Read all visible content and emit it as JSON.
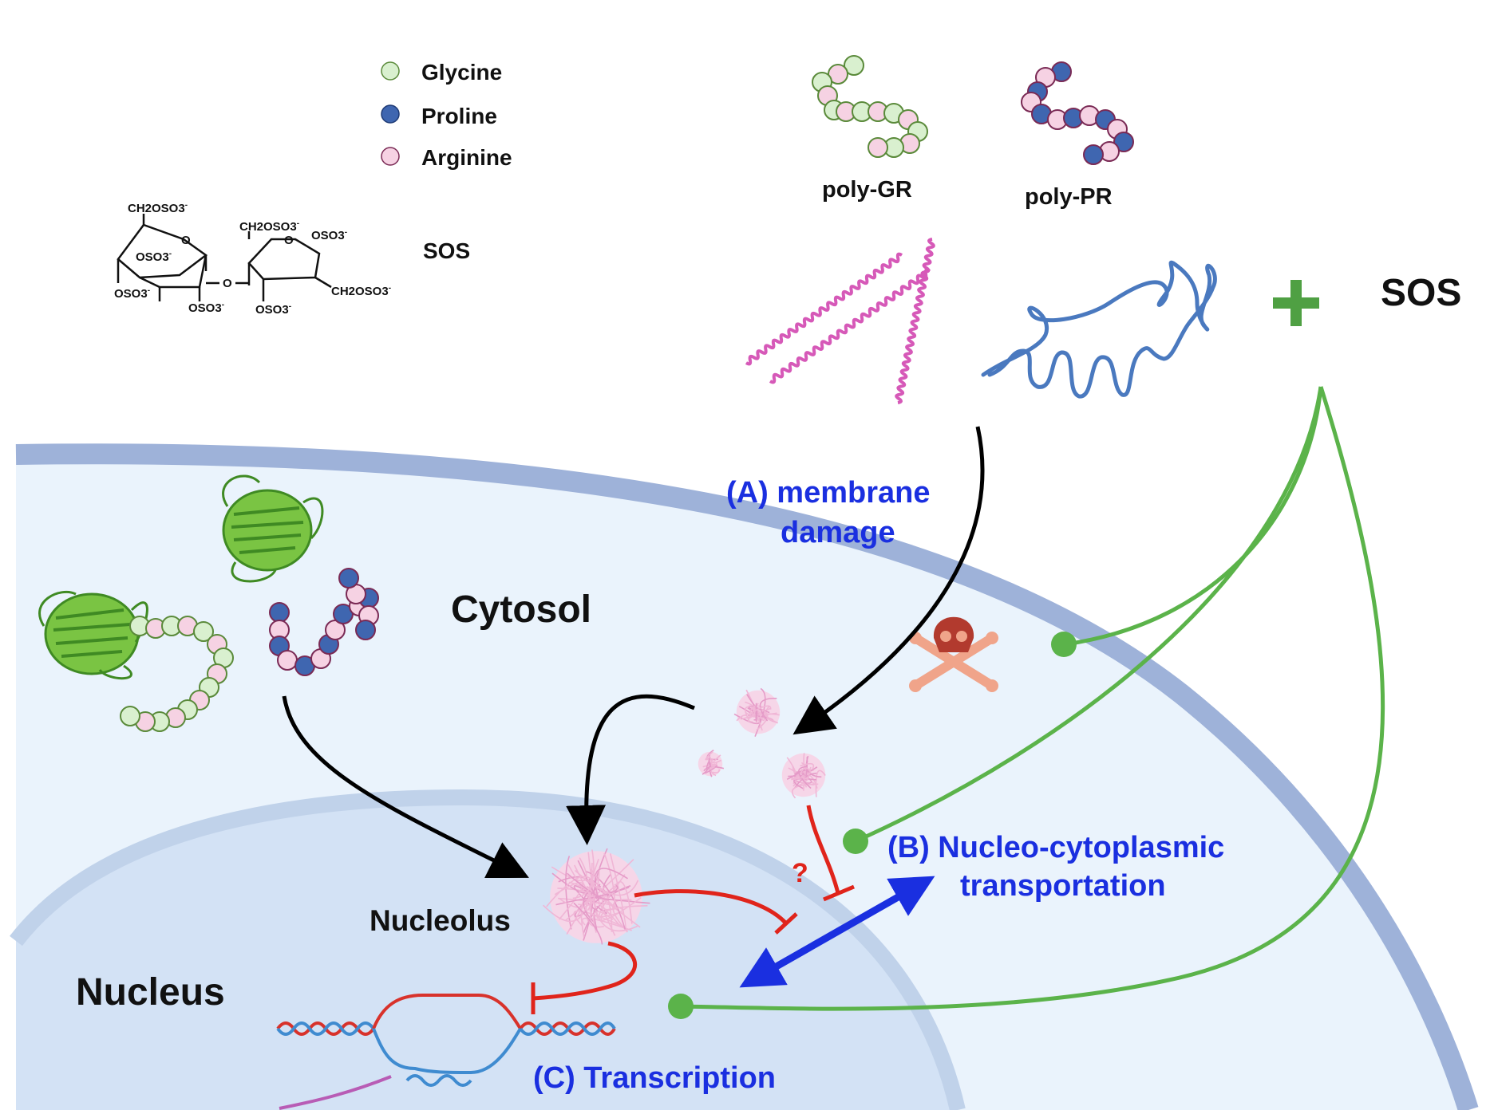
{
  "legend": {
    "items": [
      {
        "label": "Glycine",
        "color": "#d9f0cf"
      },
      {
        "label": "Proline",
        "color": "#3f66b0"
      },
      {
        "label": "Arginine",
        "color": "#f6d2e3"
      }
    ]
  },
  "sos_structure_label": "SOS",
  "chem_labels": {
    "ch2oso3": "CH2OSO3",
    "oso3": "OSO3",
    "o": "O",
    "charge": "-"
  },
  "peptides": {
    "poly_gr": "poly-GR",
    "poly_pr": "poly-PR"
  },
  "sos_label": "SOS",
  "compartments": {
    "cytosol": "Cytosol",
    "nucleus": "Nucleus",
    "nucleolus": "Nucleolus"
  },
  "mechanisms": {
    "a_line1": "(A) membrane",
    "a_line2": "damage",
    "b_line1": "(B) Nucleo-cytoplasmic",
    "b_line2": "transportation",
    "c": "(C) Transcription",
    "question": "?"
  },
  "colors": {
    "glycine": "#d9f0cf",
    "proline": "#3f66b0",
    "arginine": "#f6d2e3",
    "bead_stroke_gr": "#5a8a3a",
    "bead_stroke_pr": "#7a2a55",
    "mechanism_text": "#1a2fe0",
    "inhibit": "#e0241b",
    "sos_green": "#5bb34a",
    "membrane": "#9eb2d9",
    "cytosol_fill": "#eaf3fc",
    "nucleus_fill": "#d3e2f5"
  }
}
